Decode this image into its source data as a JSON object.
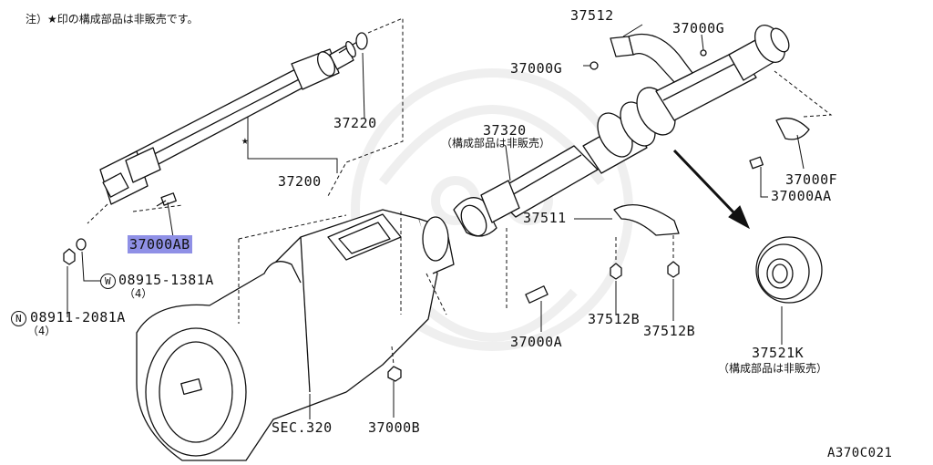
{
  "note": "注）★印の構成部品は非販売です。",
  "diagram_code": "A370C021",
  "sub_note": "（構成部品は非販売）",
  "star": "★",
  "parts": {
    "p37512": "37512",
    "p37000g_a": "37000G",
    "p37000g_b": "37000G",
    "p37220": "37220",
    "p37320": "37320",
    "p37200": "37200",
    "p37000f": "37000F",
    "p37000aa": "37000AA",
    "p37511": "37511",
    "p37000ab": "37000AB",
    "w_circle": "W",
    "p08915": "08915-1381A",
    "qty_w": "（4）",
    "n_circle": "N",
    "p08911": "08911-2081A",
    "qty_n": "（4）",
    "p37512b_a": "37512B",
    "p37512b_b": "37512B",
    "p37000a": "37000A",
    "p37521k": "37521K",
    "sec320": "SEC.320",
    "p37000b": "37000B"
  },
  "highlight_color": "#8f90e6"
}
